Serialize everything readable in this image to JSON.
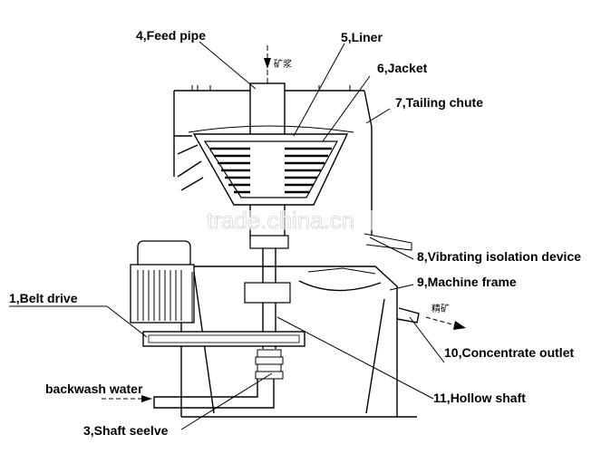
{
  "labels": {
    "feed_pipe": "4,Feed pipe",
    "liner": "5,Liner",
    "jacket": "6,Jacket",
    "tailing_chute": "7,Tailing chute",
    "vibrating_isolation": "8,Vibrating isolation device",
    "machine_frame": "9,Machine frame",
    "belt_drive": "1,Belt drive",
    "concentrate_outlet": "10,Concentrate outlet",
    "backwash_water": "backwash water",
    "hollow_shaft": "11,Hollow shaft",
    "shaft_seelve": "3,Shaft seelve"
  },
  "annotations": {
    "feed_chinese": "矿浆",
    "concentrate_chinese": "精矿"
  },
  "watermark": "trade.china.cn"
}
